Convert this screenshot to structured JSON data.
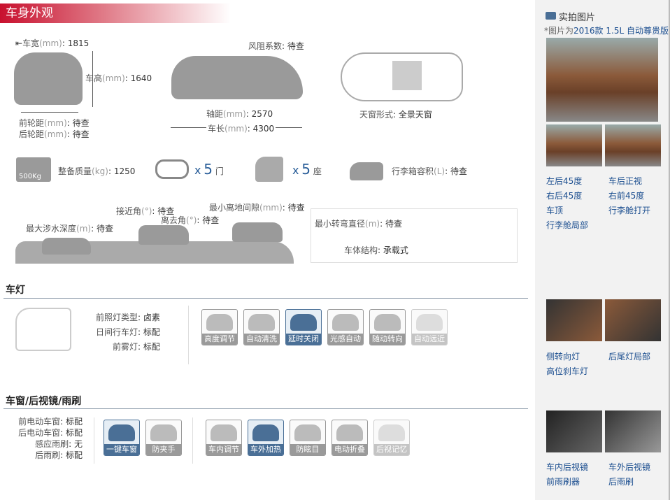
{
  "section_title": "车身外观",
  "body": {
    "width": {
      "k": "车宽",
      "u": "(mm)",
      "v": "1815"
    },
    "height": {
      "k": "车高",
      "u": "(mm)",
      "v": "1640"
    },
    "front_track": {
      "k": "前轮距",
      "u": "(mm)",
      "v": "待查"
    },
    "rear_track": {
      "k": "后轮距",
      "u": "(mm)",
      "v": "待查"
    },
    "drag": {
      "k": "风阻系数",
      "u": "",
      "v": "待查"
    },
    "wheelbase": {
      "k": "轴距",
      "u": "(mm)",
      "v": "2570"
    },
    "length": {
      "k": "车长",
      "u": "(mm)",
      "v": "4300"
    },
    "sunroof": {
      "k": "天窗形式",
      "u": "",
      "v": "全景天窗"
    },
    "weight": {
      "k": "整备质量",
      "u": "(kg)",
      "v": "1250",
      "badge": "500Kg"
    },
    "doors": {
      "x": "x",
      "n": "5",
      "unit": "门"
    },
    "seats": {
      "x": "x",
      "n": "5",
      "unit": "座"
    },
    "trunk": {
      "k": "行李箱容积",
      "u": "(L)",
      "v": "待查"
    },
    "wading": {
      "k": "最大涉水深度",
      "u": "(m)",
      "v": "待查"
    },
    "approach": {
      "k": "接近角",
      "u": "(°)",
      "v": "待查"
    },
    "departure": {
      "k": "离去角",
      "u": "(°)",
      "v": "待查"
    },
    "clearance": {
      "k": "最小离地间隙",
      "u": "(mm)",
      "v": "待查"
    },
    "turning": {
      "k": "最小转弯直径",
      "u": "(m)",
      "v": "待查"
    },
    "structure": {
      "k": "车体结构",
      "u": "",
      "v": "承载式"
    }
  },
  "lights": {
    "title": "车灯",
    "headlight": {
      "k": "前照灯类型",
      "v": "卤素"
    },
    "drl": {
      "k": "日间行车灯",
      "v": "标配"
    },
    "fog": {
      "k": "前雾灯",
      "v": "标配"
    },
    "features": [
      {
        "label": "高度调节",
        "state": "normal"
      },
      {
        "label": "自动清洗",
        "state": "normal"
      },
      {
        "label": "延时关闭",
        "state": "active"
      },
      {
        "label": "光感自动",
        "state": "normal"
      },
      {
        "label": "随动转向",
        "state": "normal"
      },
      {
        "label": "自动远近",
        "state": "inactive"
      }
    ]
  },
  "windows": {
    "title": "车窗/后视镜/雨刷",
    "rows": [
      {
        "k": "前电动车窗",
        "v": "标配"
      },
      {
        "k": "后电动车窗",
        "v": "标配"
      },
      {
        "k": "感应雨刷",
        "v": "无"
      },
      {
        "k": "后雨刷",
        "v": "标配"
      }
    ],
    "window_features": [
      {
        "label": "一键车窗",
        "state": "active"
      },
      {
        "label": "防夹手",
        "state": "normal"
      }
    ],
    "mirror_features": [
      {
        "label": "车内调节",
        "state": "normal"
      },
      {
        "label": "车外加热",
        "state": "active"
      },
      {
        "label": "防眩目",
        "state": "normal"
      },
      {
        "label": "电动折叠",
        "state": "normal"
      },
      {
        "label": "后视记忆",
        "state": "inactive"
      }
    ]
  },
  "sidebar": {
    "title": "实拍图片",
    "note_prefix": "*图片为",
    "note_model": "2016款 1.5L 自动尊贵版",
    "links1": [
      "左后45度",
      "车后正视",
      "右后45度",
      "右前45度",
      "车顶",
      "行李舱打开",
      "行李舱局部"
    ],
    "links2": [
      "侧转向灯",
      "后尾灯局部",
      "高位刹车灯"
    ],
    "links3": [
      "车内后视镜",
      "车外后视镜",
      "前雨刷器",
      "后雨刷"
    ]
  },
  "colors": {
    "accent": "#c8102e",
    "active": "#4a6f96",
    "link": "#1a4d8f"
  }
}
